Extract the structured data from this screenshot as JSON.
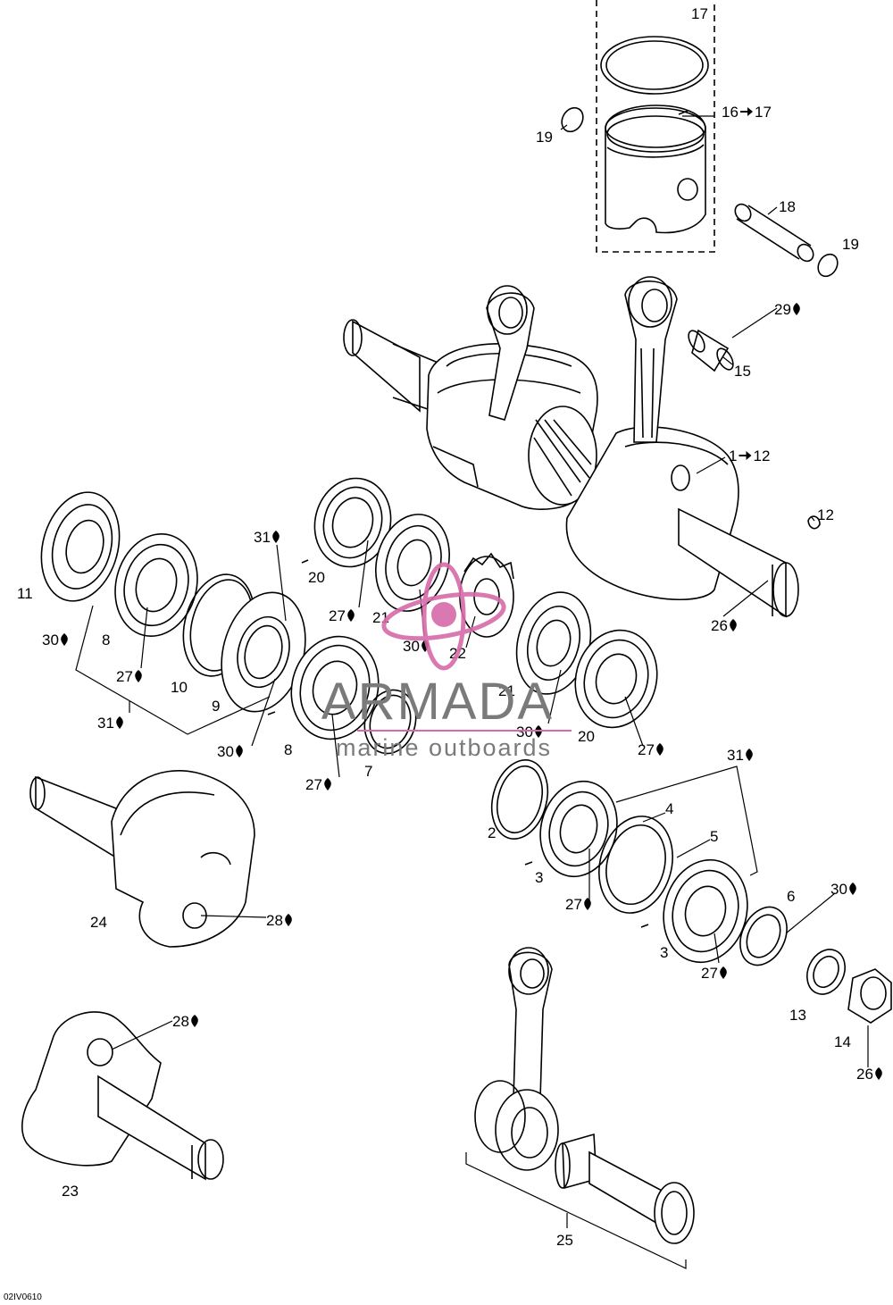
{
  "watermark": {
    "brand": "ARMADA",
    "tagline": "marine outboards",
    "colors": {
      "text": "#7a7a7a",
      "logo": "#d76aa9"
    }
  },
  "drawing_code": "02IV0610",
  "icons": {
    "lubricant": "oil-drop-icon",
    "range_arrow": "arrow-right-icon"
  },
  "callouts": [
    {
      "id": "c17a",
      "text": "17"
    },
    {
      "id": "c1617",
      "text": "16",
      "to": "17"
    },
    {
      "id": "c19a",
      "text": "19"
    },
    {
      "id": "c18",
      "text": "18"
    },
    {
      "id": "c19b",
      "text": "19"
    },
    {
      "id": "c29",
      "text": "29",
      "drop": true
    },
    {
      "id": "c15",
      "text": "15"
    },
    {
      "id": "c112",
      "text": "1",
      "to": "12"
    },
    {
      "id": "c12",
      "text": "12"
    },
    {
      "id": "c31a",
      "text": "31",
      "drop": true
    },
    {
      "id": "c11",
      "text": "11"
    },
    {
      "id": "c20a",
      "text": "20"
    },
    {
      "id": "c27a",
      "text": "27",
      "drop": true
    },
    {
      "id": "c21a",
      "text": "21"
    },
    {
      "id": "c30a",
      "text": "30",
      "drop": true
    },
    {
      "id": "c8a",
      "text": "8"
    },
    {
      "id": "c30b",
      "text": "30",
      "drop": true
    },
    {
      "id": "c22",
      "text": "22"
    },
    {
      "id": "c26a",
      "text": "26",
      "drop": true
    },
    {
      "id": "c27b",
      "text": "27",
      "drop": true
    },
    {
      "id": "c10",
      "text": "10"
    },
    {
      "id": "c21b",
      "text": "21"
    },
    {
      "id": "c9",
      "text": "9"
    },
    {
      "id": "c31b",
      "text": "31",
      "drop": true
    },
    {
      "id": "c30c",
      "text": "30",
      "drop": true
    },
    {
      "id": "c20b",
      "text": "20"
    },
    {
      "id": "c30d",
      "text": "30",
      "drop": true
    },
    {
      "id": "c8b",
      "text": "8"
    },
    {
      "id": "c27c",
      "text": "27",
      "drop": true
    },
    {
      "id": "c27d",
      "text": "27",
      "drop": true
    },
    {
      "id": "c7",
      "text": "7"
    },
    {
      "id": "c31c",
      "text": "31",
      "drop": true
    },
    {
      "id": "c4",
      "text": "4"
    },
    {
      "id": "c2",
      "text": "2"
    },
    {
      "id": "c5",
      "text": "5"
    },
    {
      "id": "c3a",
      "text": "3"
    },
    {
      "id": "c27e",
      "text": "27",
      "drop": true
    },
    {
      "id": "c6",
      "text": "6"
    },
    {
      "id": "c30e",
      "text": "30",
      "drop": true
    },
    {
      "id": "c3b",
      "text": "3"
    },
    {
      "id": "c24",
      "text": "24"
    },
    {
      "id": "c28a",
      "text": "28",
      "drop": true
    },
    {
      "id": "c27f",
      "text": "27",
      "drop": true
    },
    {
      "id": "c13",
      "text": "13"
    },
    {
      "id": "c14",
      "text": "14"
    },
    {
      "id": "c28b",
      "text": "28",
      "drop": true
    },
    {
      "id": "c26b",
      "text": "26",
      "drop": true
    },
    {
      "id": "c23",
      "text": "23"
    },
    {
      "id": "c25",
      "text": "25"
    }
  ]
}
